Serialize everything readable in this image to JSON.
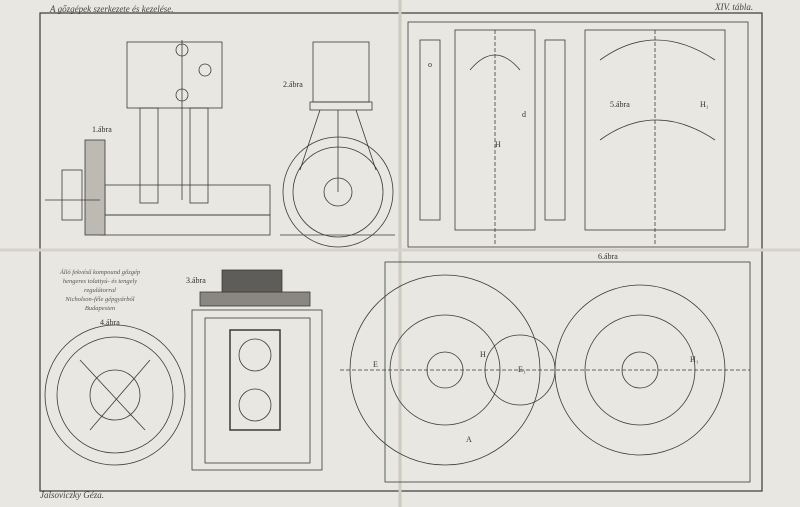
{
  "header": {
    "title": "A gőzgépek szerkezete és kezelése.",
    "plate": "XIV. tábla."
  },
  "figures": {
    "f1": "1.ábra",
    "f2": "2.ábra",
    "f3": "3.ábra",
    "f4": "4.ábra",
    "f5": "5.ábra",
    "f6": "6.ábra"
  },
  "caption": {
    "lines": [
      "Álló fekvésű kompound gőzgép",
      "hengeres tolattyú- és tengely",
      "regulátorral",
      "Nicholson-féle gépgyárból",
      "Budapesten"
    ]
  },
  "signature": "Jalsoviczky Géza.",
  "letters": {
    "H": "H",
    "H1": "H₁",
    "E": "E",
    "E1": "E₁",
    "A": "A",
    "d": "d",
    "o": "o"
  }
}
